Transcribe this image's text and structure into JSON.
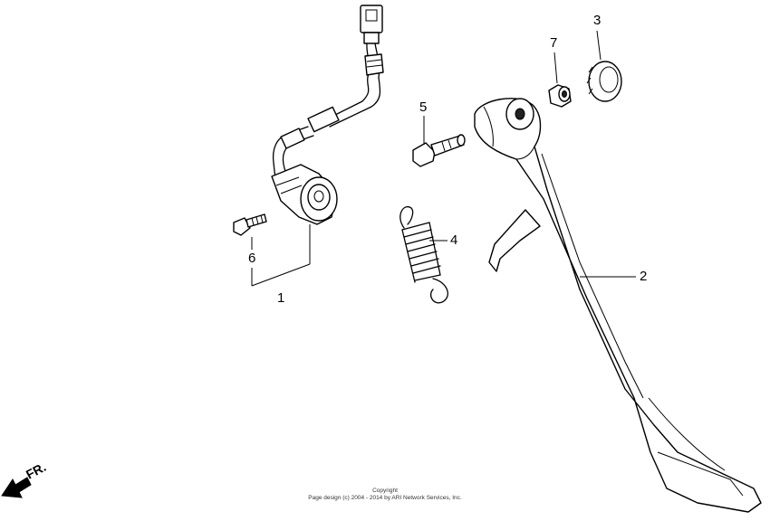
{
  "callouts": {
    "c1": "1",
    "c2": "2",
    "c3": "3",
    "c4": "4",
    "c5": "5",
    "c6": "6",
    "c7": "7"
  },
  "direction": {
    "label": "FR."
  },
  "copyright": {
    "line1": "Copyright",
    "line2": "Page design (c) 2004 - 2014 by ARI Network Services, Inc."
  }
}
